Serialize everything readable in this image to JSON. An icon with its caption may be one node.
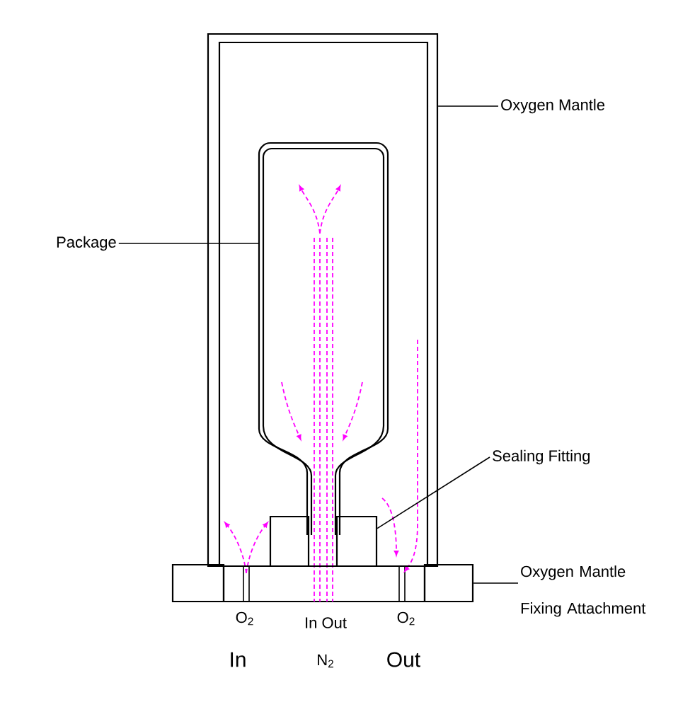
{
  "diagram": {
    "nodes": [
      {
        "text": [],
        "shape": "box"
      },
      {
        "text": [],
        "shape": "box",
        "in": 0
      },
      {
        "text": [],
        "shape": "box",
        "in": 0
      },
      {
        "text": [],
        "shape": "box"
      },
      {
        "text": [],
        "shape": "box"
      },
      {
        "text": [
          "Oxygen Mantle"
        ]
      },
      {
        "text": [
          "Package"
        ]
      },
      {
        "text": [
          "Sealing Fitting"
        ]
      },
      {
        "text": [
          "Oxygen Mantle Fixing Attachment"
        ]
      }
    ],
    "edges": [
      {
        "from": 5,
        "to": 0,
        "arrow": "none"
      },
      {
        "from": 6,
        "to": 1,
        "arrow": "none"
      },
      {
        "from": 7,
        "to": 2,
        "arrow": "none"
      },
      {
        "from": 8,
        "to": 4,
        "arrow": "none"
      }
    ],
    "labels": [
      "O$_{2}$",
      "In Out",
      "O$_{2}$",
      "In",
      "N$_{2}$",
      "Out"
    ]
  }
}
